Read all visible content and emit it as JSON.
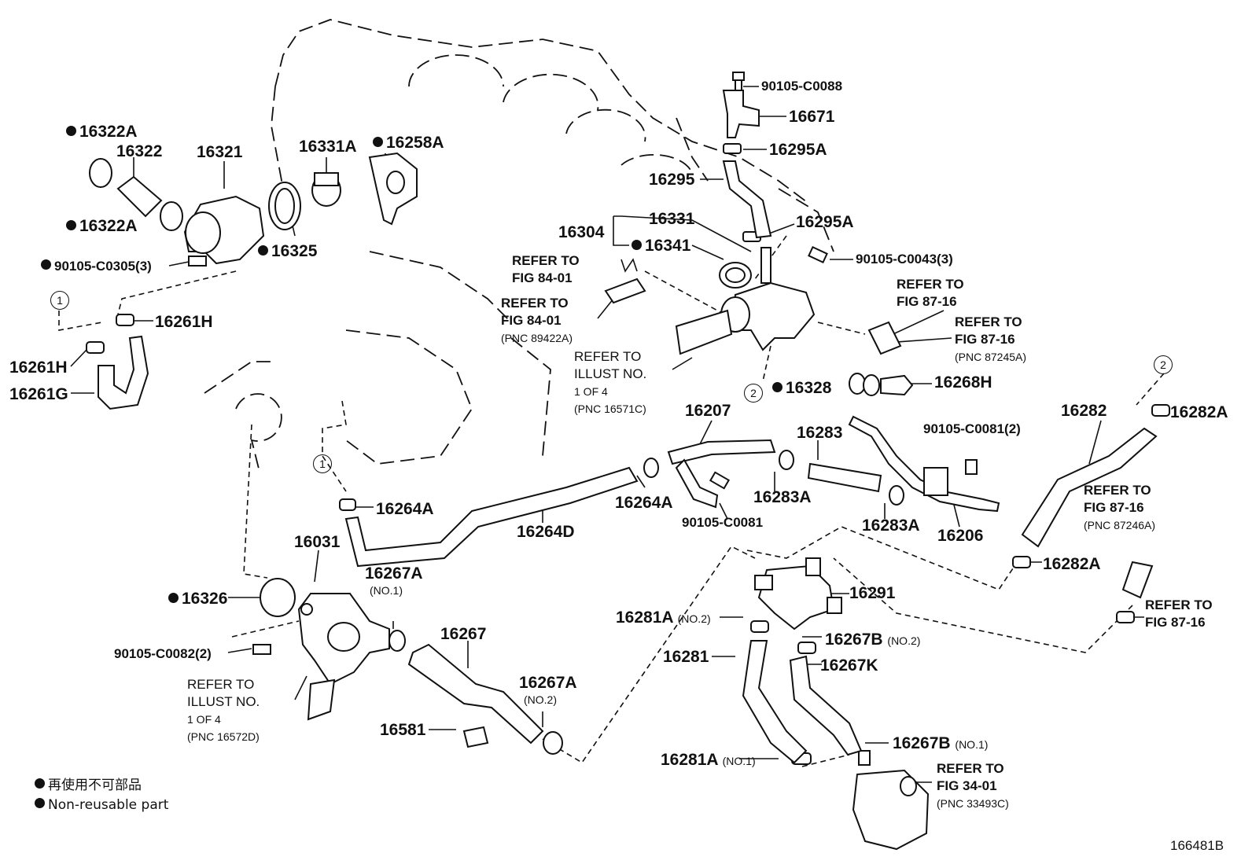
{
  "diagram_id": "166481B",
  "legend": {
    "japanese": "再使用不可部品",
    "english": "Non-reusable part"
  },
  "parts": {
    "p90105_C0088": "90105-C0088",
    "p16671": "16671",
    "p16295A_top": "16295A",
    "p16295": "16295",
    "p16295A_bot": "16295A",
    "p16331": "16331",
    "p16304": "16304",
    "p16341": "16341",
    "p90105_C0043": "90105-C0043(3)",
    "p16322A_top": "16322A",
    "p16322": "16322",
    "p16322A_bot": "16322A",
    "p16321": "16321",
    "p16331A": "16331A",
    "p16258A": "16258A",
    "p16325": "16325",
    "p90105_C0305": "90105-C0305(3)",
    "p16261H_a": "16261H",
    "p16261H_b": "16261H",
    "p16261G": "16261G",
    "p16328": "16328",
    "p16268H": "16268H",
    "p16282": "16282",
    "p16282A_top": "16282A",
    "p16207": "16207",
    "p16283": "16283",
    "p90105_C0081_2": "90105-C0081(2)",
    "p16264A_left": "16264A",
    "p16264A_right": "16264A",
    "p16283A_a": "16283A",
    "p16283A_b": "16283A",
    "p16264D": "16264D",
    "p90105_C0081": "90105-C0081",
    "p16206": "16206",
    "p16282A_bot": "16282A",
    "p16031": "16031",
    "p16267A_1": "16267A",
    "p16267A_1_note": "(NO.1)",
    "p16326": "16326",
    "p16291": "16291",
    "p16281A_2": "16281A",
    "p16281A_2_note": "(NO.2)",
    "p16267": "16267",
    "p16267B_2": "16267B",
    "p16267B_2_note": "(NO.2)",
    "p90105_C0082": "90105-C0082(2)",
    "p16281": "16281",
    "p16267K": "16267K",
    "p16267A_2": "16267A",
    "p16267A_2_note": "(NO.2)",
    "p16581": "16581",
    "p16267B_1": "16267B",
    "p16267B_1_note": "(NO.1)",
    "p16281A_1": "16281A",
    "p16281A_1_note": "(NO.1)"
  },
  "refs": {
    "r84_01_a": [
      "REFER TO",
      "FIG 84-01"
    ],
    "r84_01_b": [
      "REFER TO",
      "FIG 84-01",
      "(PNC 89422A)"
    ],
    "r87_16_a": [
      "REFER TO",
      "FIG 87-16"
    ],
    "r87_16_b": [
      "REFER TO",
      "FIG 87-16",
      "(PNC 87245A)"
    ],
    "r_illust_a": [
      "REFER TO",
      "ILLUST NO.",
      "1 OF 4",
      "(PNC 16571C)"
    ],
    "r87_16_c": [
      "REFER TO",
      "FIG 87-16",
      "(PNC 87246A)"
    ],
    "r87_16_d": [
      "REFER TO",
      "FIG 87-16"
    ],
    "r_illust_b": [
      "REFER TO",
      "ILLUST NO.",
      "1 OF 4",
      "(PNC 16572D)"
    ],
    "r34_01": [
      "REFER TO",
      "FIG 34-01",
      "(PNC 33493C)"
    ]
  },
  "circle_refs": {
    "c1a": "1",
    "c1b": "1",
    "c2a": "2",
    "c2b": "2"
  },
  "colors": {
    "ink": "#111111",
    "background": "#ffffff"
  }
}
